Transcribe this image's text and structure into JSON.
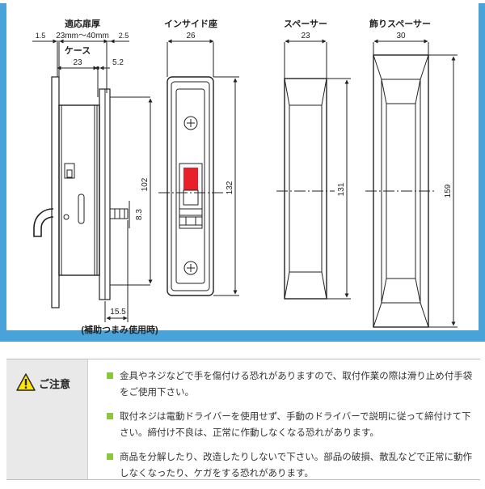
{
  "drawing": {
    "case": {
      "title": "適応扉厚",
      "range_label": "23mm〜40mm",
      "left_dim": "1.5",
      "right_dim": "2.5",
      "case_label": "ケース",
      "case_width": "23",
      "offset": "5.2",
      "height": "102",
      "pin": "8.3",
      "bottom_dim": "15.5",
      "footnote": "(補助つまみ使用時)"
    },
    "inside": {
      "title": "インサイド座",
      "width": "26",
      "height": "132"
    },
    "spacer": {
      "title": "スペーサー",
      "width": "23",
      "height": "131"
    },
    "deco": {
      "title": "飾りスペーサー",
      "width": "30",
      "height": "159"
    },
    "colors": {
      "frame": "#4aa3d8",
      "indicator": "#e8202a"
    }
  },
  "caution": {
    "label": "ご注意",
    "icon": "warning-icon",
    "items": [
      "金具やネジなどで手を傷付ける恐れがありますので、取付作業の際は滑り止め付手袋をご使用下さい。",
      "取付ネジは電動ドライバーを使用せず、手動のドライバーで説明に従って締付けて下さい。締付け不良は、正常に作動しなくなる恐れがあります。",
      "商品を分解したり、改造したりしないで下さい。部品の破損、散乱などで正常に動作しなくなったり、ケガをする恐れがあります。"
    ]
  }
}
